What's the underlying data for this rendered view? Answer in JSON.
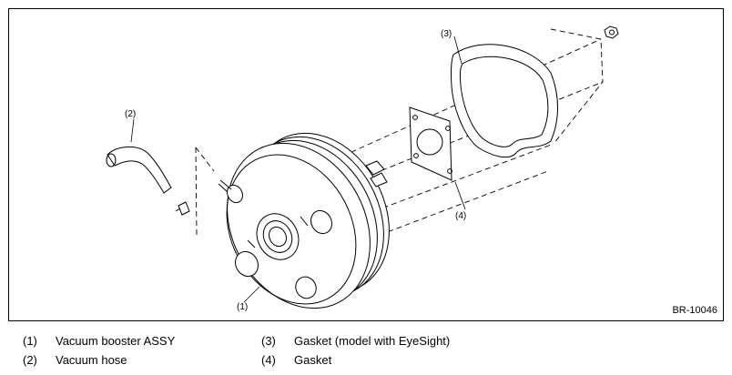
{
  "figure": {
    "code": "BR-10046",
    "callouts": {
      "c1": "(1)",
      "c2": "(2)",
      "c3": "(3)",
      "c4": "(4)"
    }
  },
  "legend": {
    "items": [
      {
        "num": "(1)",
        "label": "Vacuum booster ASSY"
      },
      {
        "num": "(2)",
        "label": "Vacuum hose"
      },
      {
        "num": "(3)",
        "label": "Gasket (model with EyeSight)"
      },
      {
        "num": "(4)",
        "label": "Gasket"
      }
    ]
  }
}
